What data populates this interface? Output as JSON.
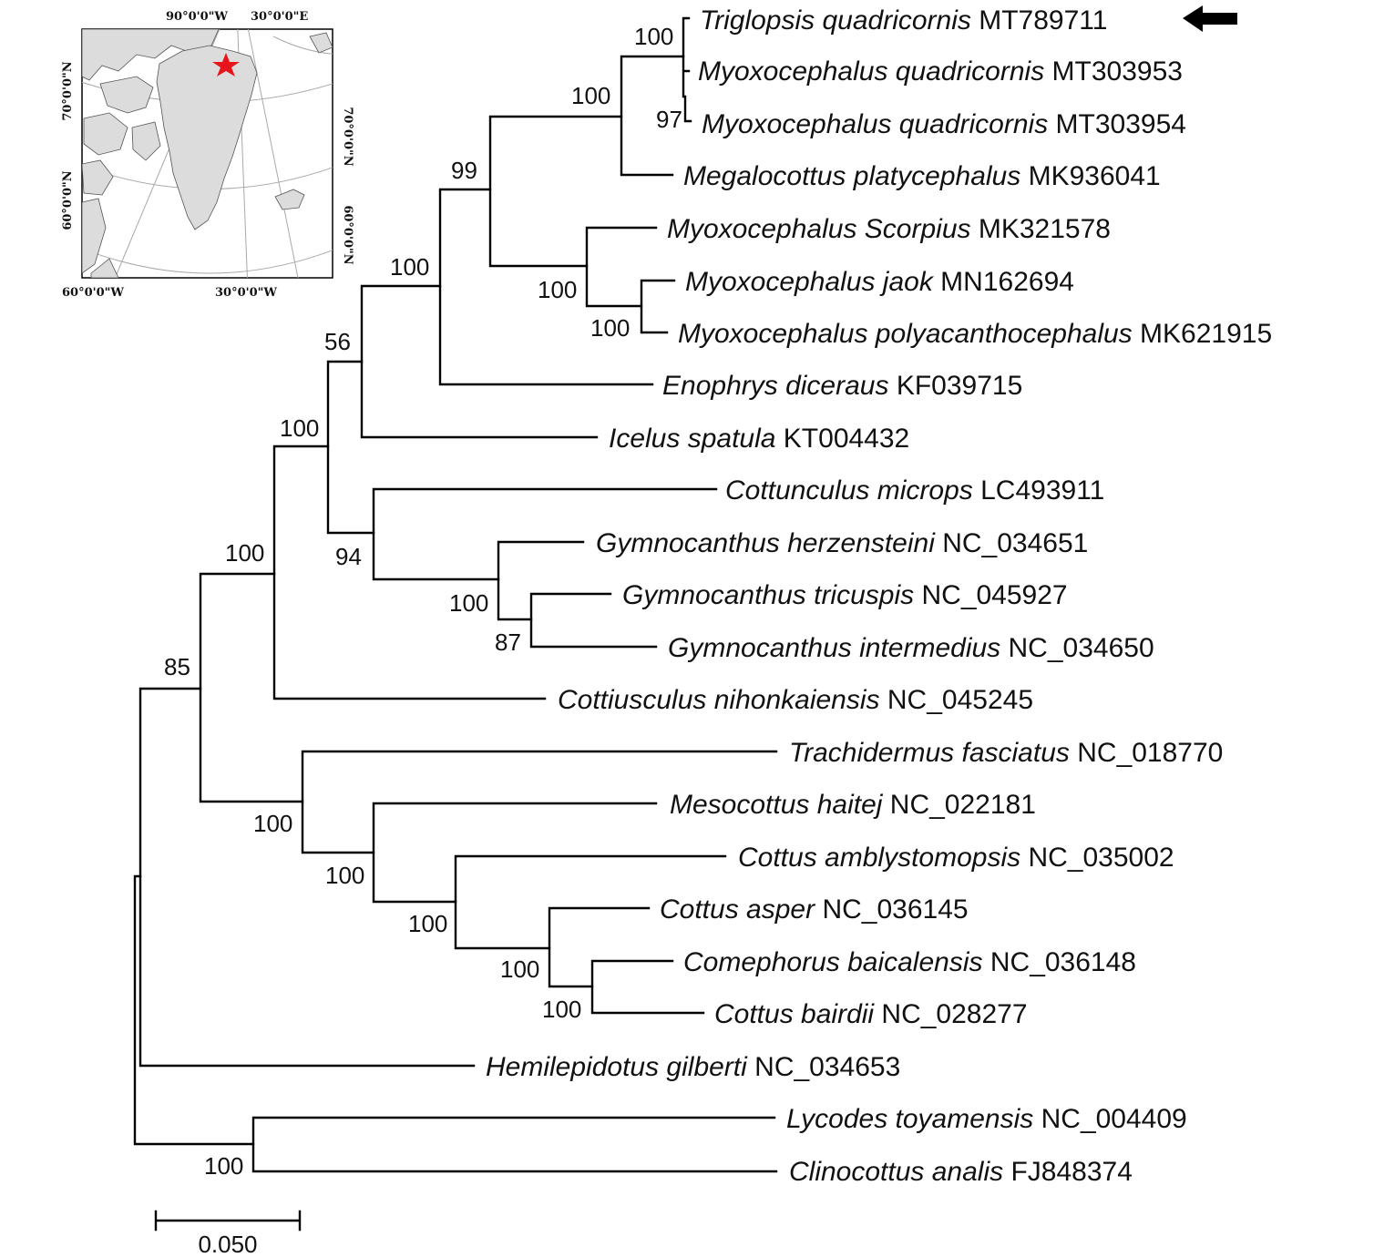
{
  "taxa": [
    {
      "genus": "Triglopsis quadricornis",
      "accession": "MT789711"
    },
    {
      "genus": "Myoxocephalus quadricornis",
      "accession": "MT303953"
    },
    {
      "genus": "Myoxocephalus quadricornis",
      "accession": "MT303954"
    },
    {
      "genus": "Megalocottus platycephalus",
      "accession": "MK936041"
    },
    {
      "genus": "Myoxocephalus Scorpius",
      "accession": "MK321578"
    },
    {
      "genus": "Myoxocephalus jaok",
      "accession": "MN162694"
    },
    {
      "genus": "Myoxocephalus polyacanthocephalus",
      "accession": "MK621915"
    },
    {
      "genus": "Enophrys diceraus",
      "accession": "KF039715"
    },
    {
      "genus": "Icelus spatula",
      "accession": "KT004432"
    },
    {
      "genus": "Cottunculus microps",
      "accession": "LC493911"
    },
    {
      "genus": "Gymnocanthus herzensteini",
      "accession": "NC_034651"
    },
    {
      "genus": "Gymnocanthus tricuspis",
      "accession": "NC_045927"
    },
    {
      "genus": "Gymnocanthus intermedius",
      "accession": "NC_034650"
    },
    {
      "genus": "Cottiusculus nihonkaiensis",
      "accession": "NC_045245"
    },
    {
      "genus": "Trachidermus fasciatus",
      "accession": "NC_018770"
    },
    {
      "genus": "Mesocottus haitej",
      "accession": "NC_022181"
    },
    {
      "genus": "Cottus amblystomopsis",
      "accession": "NC_035002"
    },
    {
      "genus": "Cottus asper",
      "accession": "NC_036145"
    },
    {
      "genus": "Comephorus baicalensis",
      "accession": "NC_036148"
    },
    {
      "genus": "Cottus bairdii",
      "accession": "NC_028277"
    },
    {
      "genus": "Hemilepidotus gilberti",
      "accession": "NC_034653"
    },
    {
      "genus": "Lycodes toyamensis",
      "accession": "NC_004409"
    },
    {
      "genus": "Clinocottus analis",
      "accession": "FJ848374"
    }
  ],
  "bootstrap": [
    "100",
    "100",
    "97",
    "99",
    "100",
    "100",
    "100",
    "56",
    "100",
    "94",
    "100",
    "87",
    "100",
    "85",
    "100",
    "100",
    "100",
    "100",
    "100",
    "100"
  ],
  "scale_bar": {
    "label": "0.050",
    "value": 0.05
  },
  "highlight": {
    "taxon": "Triglopsis quadricornis MT789711",
    "marker": "arrow-left"
  },
  "inset_map": {
    "top_labels": [
      "90°0'0\"W",
      "30°0'0\"E"
    ],
    "bottom_labels": [
      "60°0'0\"W",
      "30°0'0\"W"
    ],
    "left_labels": [
      "70°0'0\"N",
      "60°0'0\"N"
    ],
    "right_labels": [
      "70°0'0\"N",
      "60°0'0\"N"
    ],
    "marker_color": "#e8141c",
    "land_color": "#dcdcdc",
    "sea_color": "#ffffff"
  }
}
